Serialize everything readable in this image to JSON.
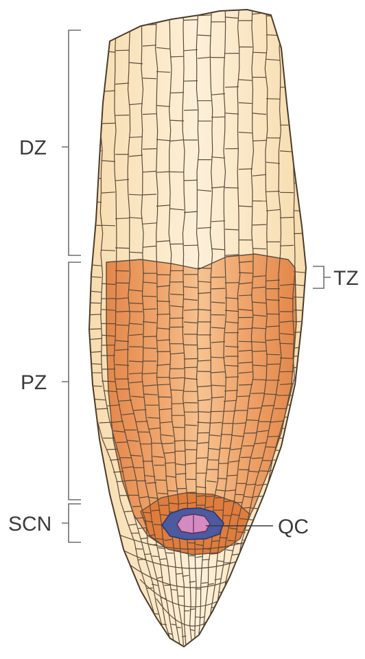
{
  "labels": {
    "dz": "DZ",
    "tz": "TZ",
    "pz": "PZ",
    "scn": "SCN",
    "qc": "QC"
  },
  "colors": {
    "background": "#ffffff",
    "tissue_light": "#fbe7c6",
    "tissue_light_edge": "#f6d9a8",
    "proliferation_orange": "#e8955a",
    "proliferation_light": "#f3b682",
    "scn_orange": "#e07c3c",
    "qc_blue": "#4c5aa0",
    "qc_pink": "#d58ac0",
    "cell_wall": "#5a4a3a",
    "bracket": "#6d6d6d",
    "label_text": "#3a3a3a"
  }
}
